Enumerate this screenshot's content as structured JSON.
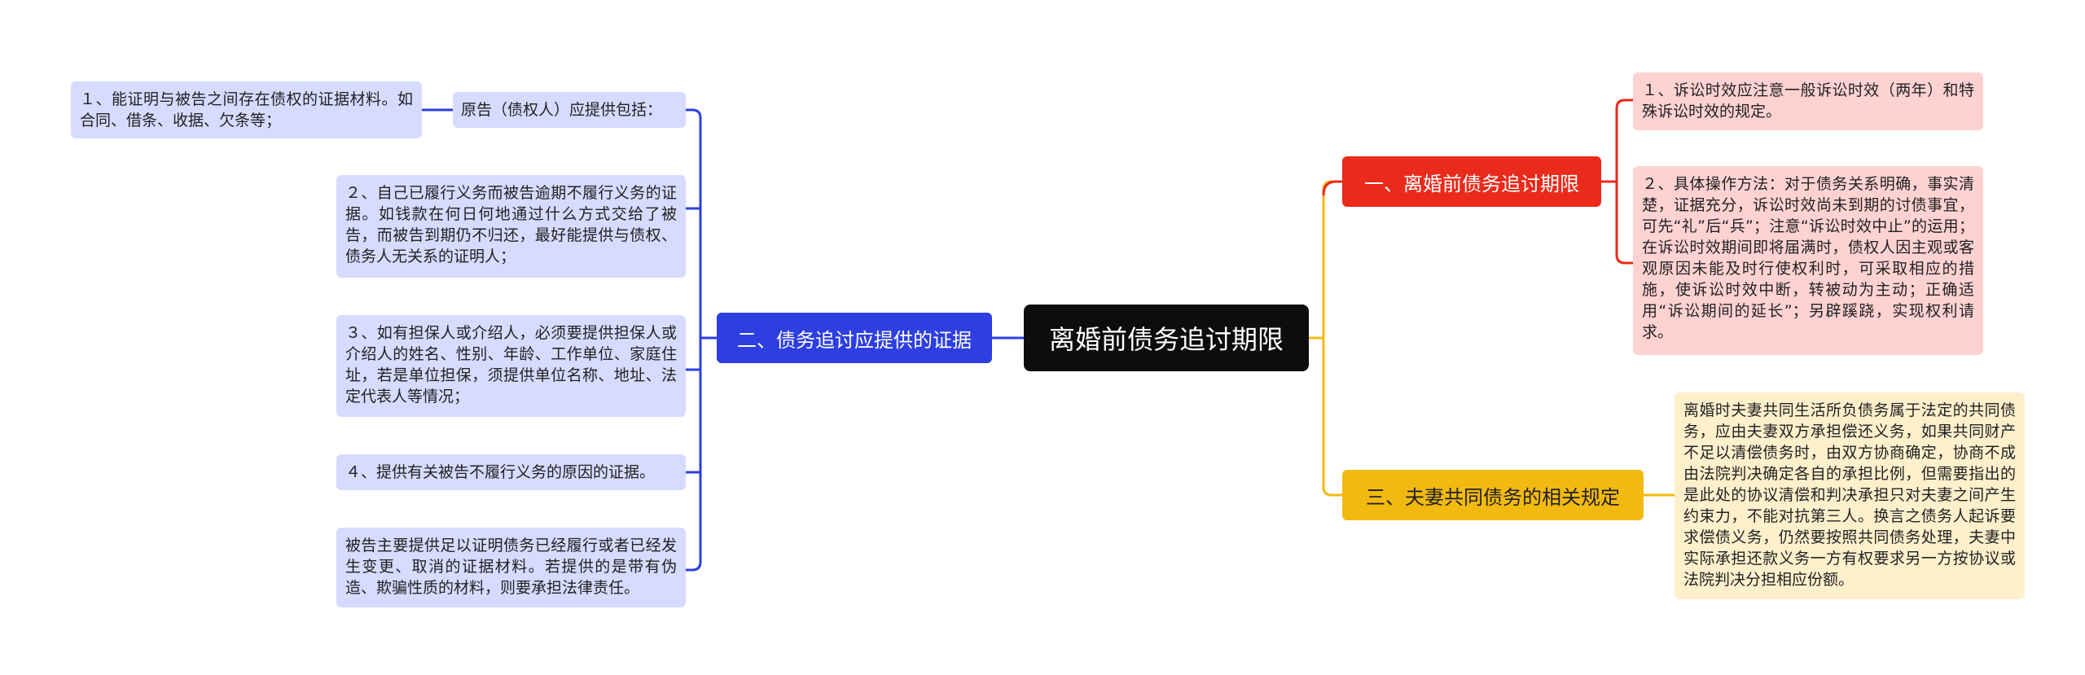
{
  "root": {
    "label": "离婚前债务追讨期限"
  },
  "branches": {
    "evidence": {
      "label": "二、债务追讨应提供的证据",
      "color": "#2d3fe0",
      "plaintiff": {
        "label": "原告（债权人）应提供包括：",
        "item1": "１、能证明与被告之间存在债权的证据材料。如合同、借条、收据、欠条等；"
      },
      "items": [
        "２、自己已履行义务而被告逾期不履行义务的证据。如钱款在何日何地通过什么方式交给了被告，而被告到期仍不归还，最好能提供与债权、债务人无关系的证明人；",
        "３、如有担保人或介绍人，必须要提供担保人或介绍人的姓名、性别、年龄、工作单位、家庭住址，若是单位担保，须提供单位名称、地址、法定代表人等情况；",
        "４、提供有关被告不履行义务的原因的证据。",
        "被告主要提供足以证明债务已经履行或者已经发生变更、取消的证据材料。若提供的是带有伪造、欺骗性质的材料，则要承担法律责任。"
      ]
    },
    "deadline": {
      "label": "一、离婚前债务追讨期限",
      "color": "#ea2a1b",
      "items": [
        "１、诉讼时效应注意一般诉讼时效（两年）和特殊诉讼时效的规定。",
        "２、具体操作方法：对于债务关系明确，事实清楚，证据充分，诉讼时效尚未到期的讨债事宜，可先“礼”后“兵”；注意“诉讼时效中止”的运用；在诉讼时效期间即将届满时，债权人因主观或客观原因未能及时行使权利时，可采取相应的措施，使诉讼时效中断，转被动为主动；正确适用“诉讼期间的延长”；另辟蹊跷，实现权利请求。"
      ]
    },
    "joint": {
      "label": "三、夫妻共同债务的相关规定",
      "color": "#f2ba11",
      "text": "离婚时夫妻共同生活所负债务属于法定的共同债务，应由夫妻双方承担偿还义务，如果共同财产不足以清偿债务时，由双方协商确定，协商不成由法院判决确定各自的承担比例，但需要指出的是此处的协议清偿和判决承担只对夫妻之间产生约束力，不能对抗第三人。换言之债务人起诉要求偿债义务，仍然要按照共同债务处理，夫妻中实际承担还款义务一方有权要求另一方按协议或法院判决分担相应份额。"
    }
  },
  "colors": {
    "blue_line": "#2d3fe0",
    "red_line": "#ea2a1b",
    "yellow_line": "#f2ba11",
    "root_bg": "#0d0d0d"
  }
}
